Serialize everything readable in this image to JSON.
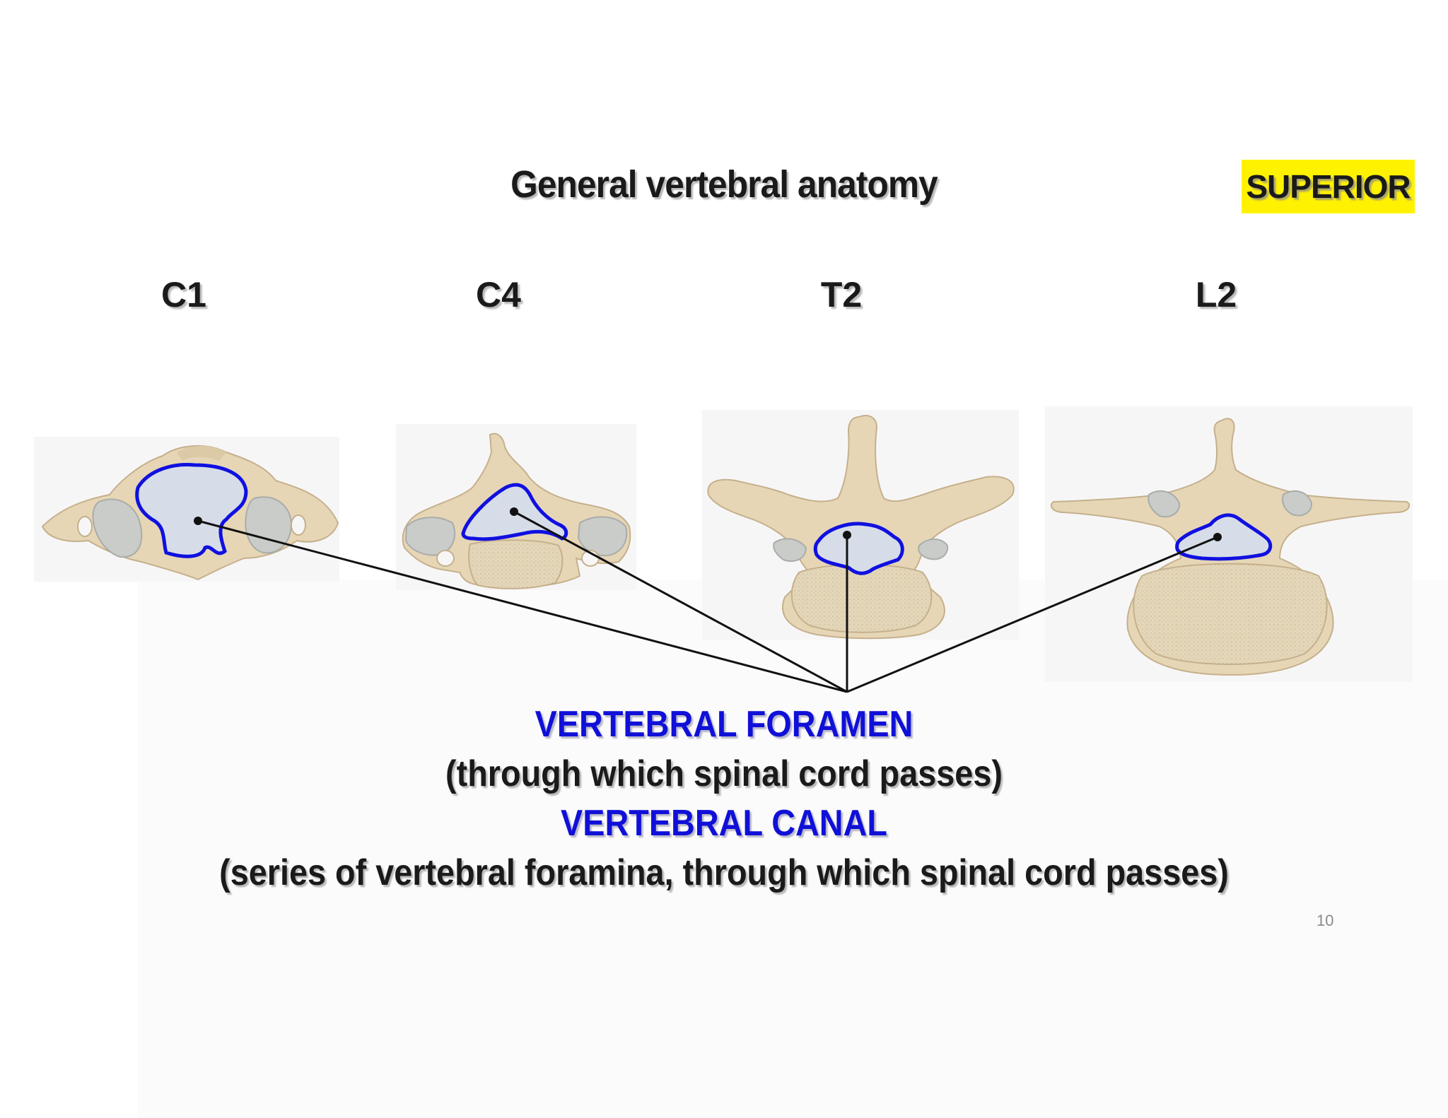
{
  "title": "General vertebral anatomy",
  "view_badge": "SUPERIOR",
  "vertebrae": [
    {
      "label": "C1"
    },
    {
      "label": "C4"
    },
    {
      "label": "T2"
    },
    {
      "label": "L2"
    }
  ],
  "caption": {
    "term1": "VERTEBRAL FORAMEN",
    "desc1": "(through which spinal cord passes)",
    "term2": "VERTEBRAL CANAL",
    "desc2": "(series of vertebral foramina, through which spinal cord passes)"
  },
  "page_number": "10",
  "colors": {
    "bone": "#e6d6b6",
    "cartilage": "#c9ccc9",
    "foramen_outline": "#1010e0",
    "foramen_fill": "#d6dde8",
    "highlight": "#fff200",
    "term_text": "#1010d8"
  }
}
